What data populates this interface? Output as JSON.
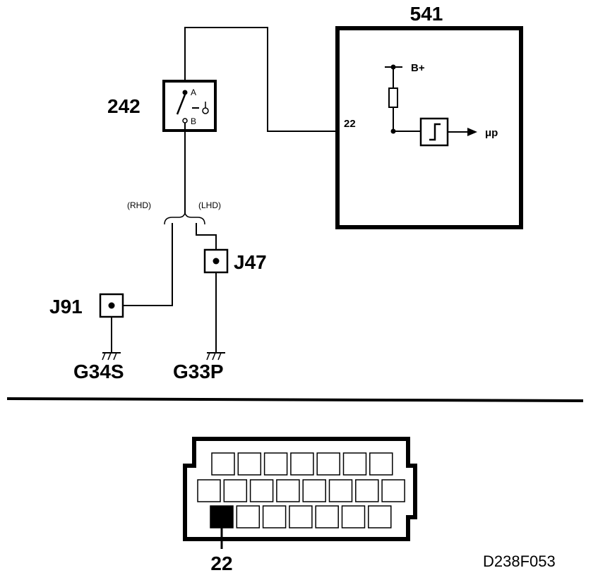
{
  "components": {
    "ecu": {
      "id": "541",
      "pin": "22",
      "supply": "B+",
      "output": "μp"
    },
    "switch": {
      "id": "242",
      "terminal_a": "A",
      "terminal_b": "B"
    },
    "routing": {
      "rhd": "(RHD)",
      "lhd": "(LHD)"
    },
    "junctions": {
      "j47": "J47",
      "j91": "J91"
    },
    "grounds": {
      "g34s": "G34S",
      "g33p": "G33P"
    }
  },
  "connector": {
    "rows": [
      7,
      8,
      7
    ],
    "highlighted_row": 2,
    "highlighted_index": 0,
    "pin_label": "22"
  },
  "figure_id": "D238F053"
}
